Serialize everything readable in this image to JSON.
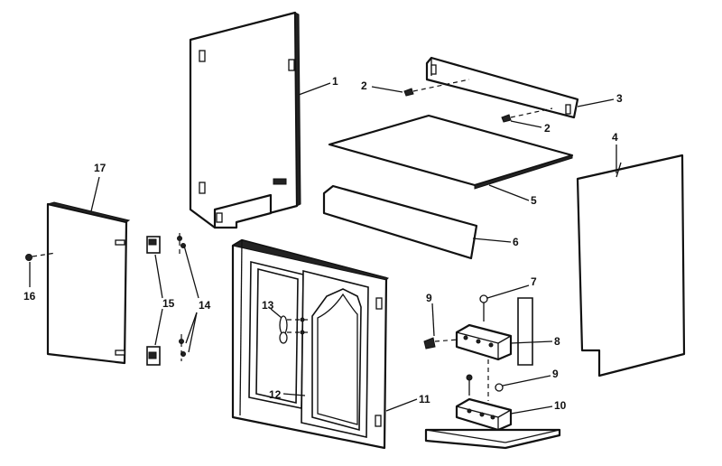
{
  "callouts": {
    "c1": "1",
    "c2a": "2",
    "c2b": "2",
    "c3": "3",
    "c4": "4",
    "c5": "5",
    "c6": "6",
    "c7": "7",
    "c8": "8",
    "c9a": "9",
    "c9b": "9",
    "c10": "10",
    "c11": "11",
    "c12": "12",
    "c13": "13",
    "c14": "14",
    "c15": "15",
    "c16": "16",
    "c17": "17"
  }
}
